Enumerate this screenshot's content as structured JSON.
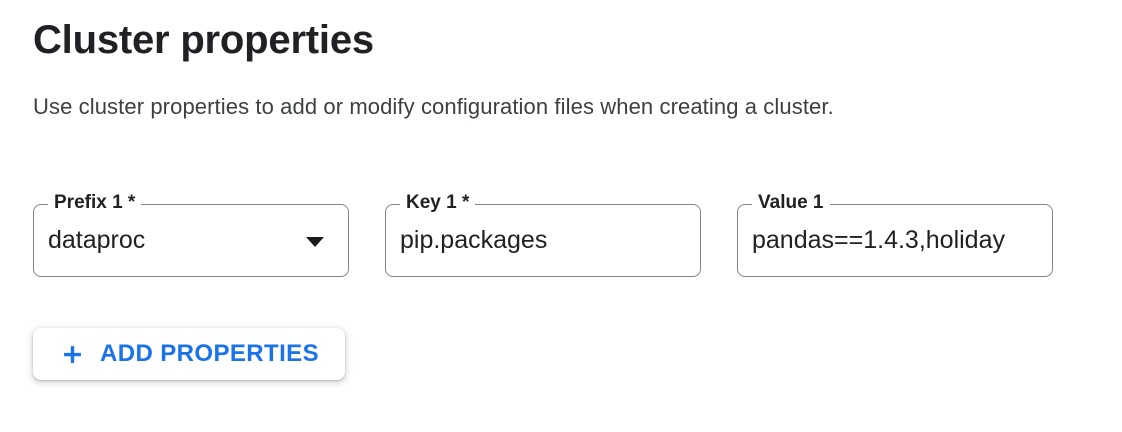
{
  "page": {
    "title": "Cluster properties",
    "description": "Use cluster properties to add or modify configuration files when creating a cluster."
  },
  "fields": {
    "prefix": {
      "label": "Prefix 1 *",
      "value": "dataproc",
      "icon": "dropdown-arrow-icon"
    },
    "key": {
      "label": "Key 1 *",
      "value": "pip.packages"
    },
    "value": {
      "label": "Value 1",
      "value": "pandas==1.4.3,holiday"
    }
  },
  "actions": {
    "add_properties": {
      "label": "ADD PROPERTIES",
      "icon": "plus-icon"
    }
  },
  "colors": {
    "accent_blue": "#1a73e8",
    "text_primary": "#202124",
    "text_secondary": "#3c4043",
    "field_border": "#80868b"
  }
}
